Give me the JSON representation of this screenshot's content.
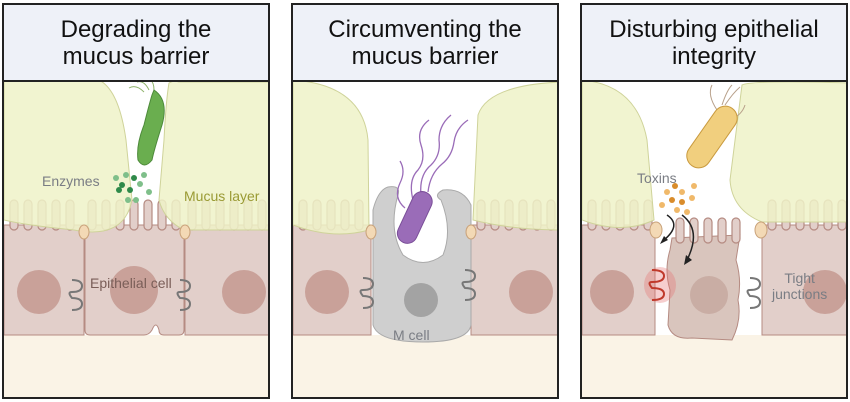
{
  "panels": [
    {
      "title": "Degrading the\nmucus barrier",
      "labels": {
        "enzymes": "Enzymes",
        "mucus": "Mucus layer",
        "epithelial": "Epithelial cell"
      }
    },
    {
      "title": "Circumventing the\nmucus barrier",
      "labels": {
        "mcell": "M cell"
      }
    },
    {
      "title": "Disturbing epithelial\nintegrity",
      "labels": {
        "toxins": "Toxins",
        "tight": "Tight\njunctions"
      }
    }
  ],
  "colors": {
    "mucus": "#eef2c8",
    "mucus_edge": "#cfd39a",
    "cell": "#e2cfca",
    "cell_edge": "#b58b82",
    "nucleus": "#c9a199",
    "base": "#faf3e6",
    "mcell": "#cfcfcf",
    "bact_green": "#6aae4f",
    "bact_purple": "#9a6cb8",
    "bact_yellow": "#f1cf7e",
    "enzyme": "#3f9a5a",
    "toxin": "#e0a049",
    "damaged_tj": "#c0392b",
    "label_grey": "#7a7d84",
    "label_mucus": "#9a9a34",
    "label_cell": "#7a5e58"
  }
}
